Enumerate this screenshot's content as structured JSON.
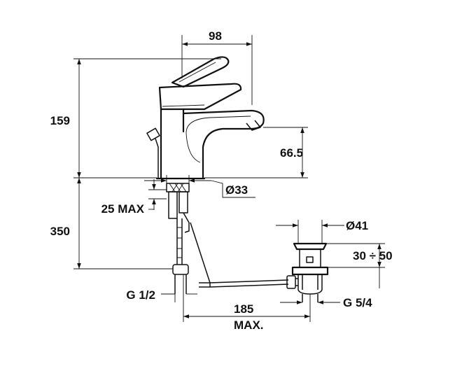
{
  "dimensions": {
    "top_width": "98",
    "overall_height": "159",
    "spout_height": "66.5",
    "shank_diameter": "Ø33",
    "max_deck_thickness": "25 MAX",
    "hose_length": "350",
    "waste_diameter": "Ø41",
    "waste_thickness_range": "30 ÷ 50",
    "inlet_thread": "G 1/2",
    "rod_distance": "185",
    "rod_distance_suffix": "MAX.",
    "waste_thread": "G 5/4"
  },
  "colors": {
    "line": "#111111",
    "background": "#ffffff"
  }
}
